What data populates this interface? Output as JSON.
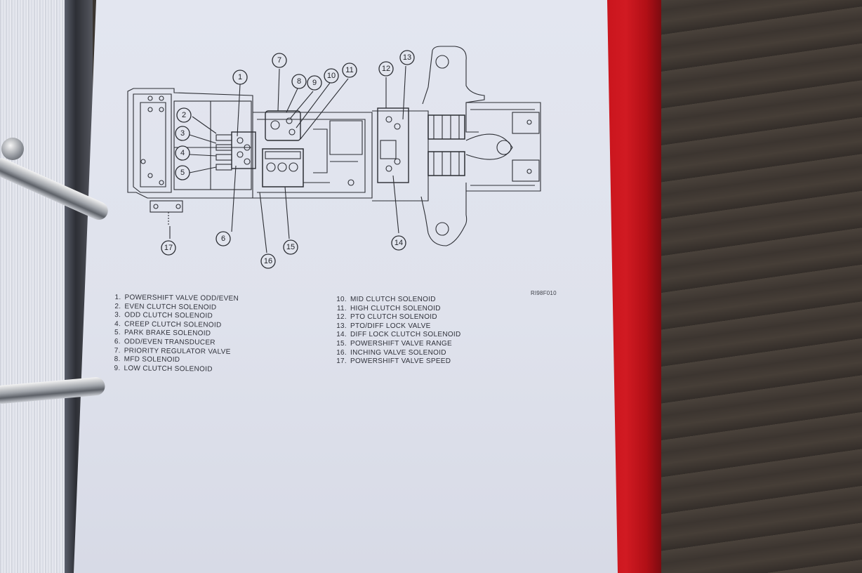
{
  "figure_code": "RI98F010",
  "callouts": [
    "1",
    "2",
    "3",
    "4",
    "5",
    "6",
    "7",
    "8",
    "9",
    "10",
    "11",
    "12",
    "13",
    "14",
    "15",
    "16",
    "17"
  ],
  "legend_left": [
    {
      "num": "1.",
      "label": "POWERSHIFT VALVE ODD/EVEN"
    },
    {
      "num": "2.",
      "label": "EVEN CLUTCH SOLENOID"
    },
    {
      "num": "3.",
      "label": "ODD CLUTCH SOLENOID"
    },
    {
      "num": "4.",
      "label": "CREEP CLUTCH SOLENOID"
    },
    {
      "num": "5.",
      "label": "PARK BRAKE SOLENOID"
    },
    {
      "num": "6.",
      "label": "ODD/EVEN TRANSDUCER"
    },
    {
      "num": "7.",
      "label": "PRIORITY REGULATOR VALVE"
    },
    {
      "num": "8.",
      "label": "MFD SOLENOID"
    },
    {
      "num": "9.",
      "label": "LOW CLUTCH SOLENOID"
    }
  ],
  "legend_right": [
    {
      "num": "10.",
      "label": "MID CLUTCH SOLENOID"
    },
    {
      "num": "11.",
      "label": "HIGH CLUTCH SOLENOID"
    },
    {
      "num": "12.",
      "label": "PTO CLUTCH SOLENOID"
    },
    {
      "num": "13.",
      "label": "PTO/DIFF LOCK VALVE"
    },
    {
      "num": "14.",
      "label": "DIFF LOCK CLUTCH SOLENOID"
    },
    {
      "num": "15.",
      "label": "POWERSHIFT VALVE RANGE"
    },
    {
      "num": "16.",
      "label": "INCHING VALVE SOLENOID"
    },
    {
      "num": "17.",
      "label": "POWERSHIFT VALVE SPEED"
    }
  ]
}
